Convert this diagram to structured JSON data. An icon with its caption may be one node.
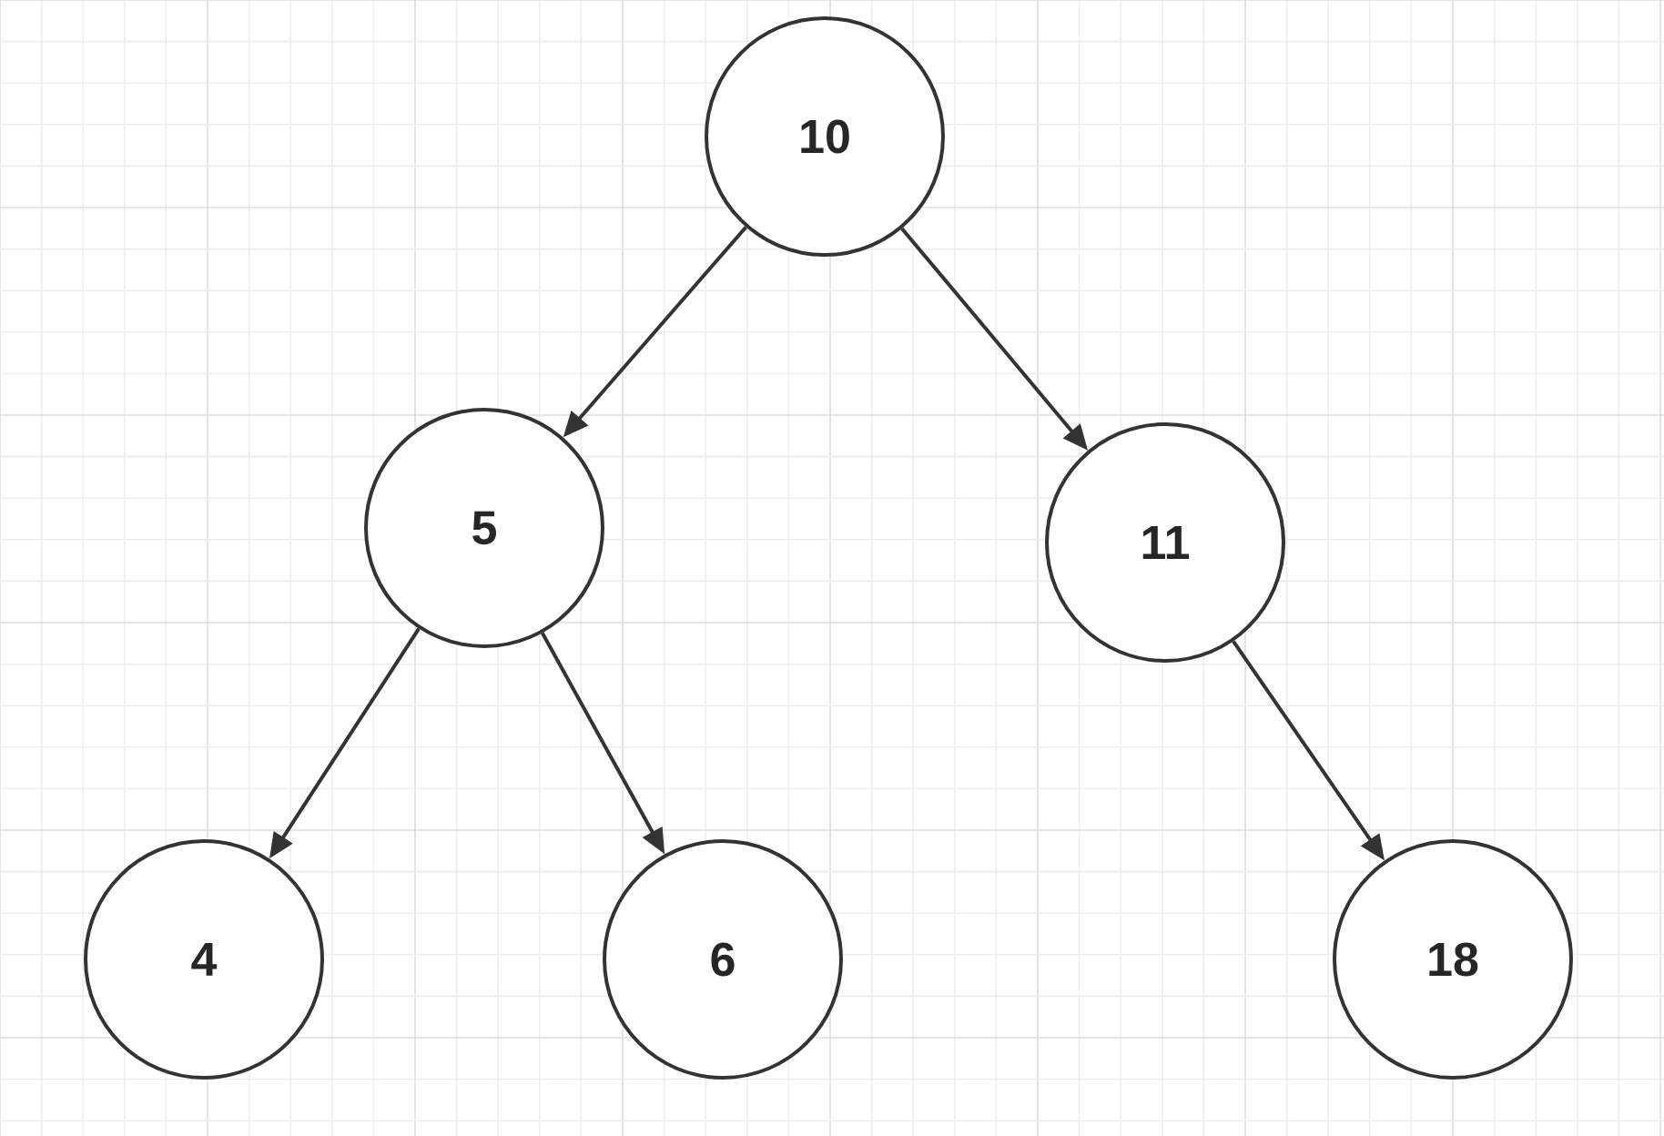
{
  "diagram": {
    "nodes": [
      {
        "text": [
          "10"
        ]
      },
      {
        "text": [
          "5"
        ]
      },
      {
        "text": [
          "11"
        ]
      },
      {
        "text": [
          "4"
        ]
      },
      {
        "text": [
          "6"
        ]
      },
      {
        "text": [
          "18"
        ]
      }
    ],
    "edges": [
      {
        "from": 0,
        "to": 1,
        "arrow": "to"
      },
      {
        "from": 0,
        "to": 2,
        "arrow": "to"
      },
      {
        "from": 1,
        "to": 3,
        "arrow": "to"
      },
      {
        "from": 1,
        "to": 4,
        "arrow": "to"
      },
      {
        "from": 2,
        "to": 5,
        "arrow": "to"
      }
    ]
  }
}
